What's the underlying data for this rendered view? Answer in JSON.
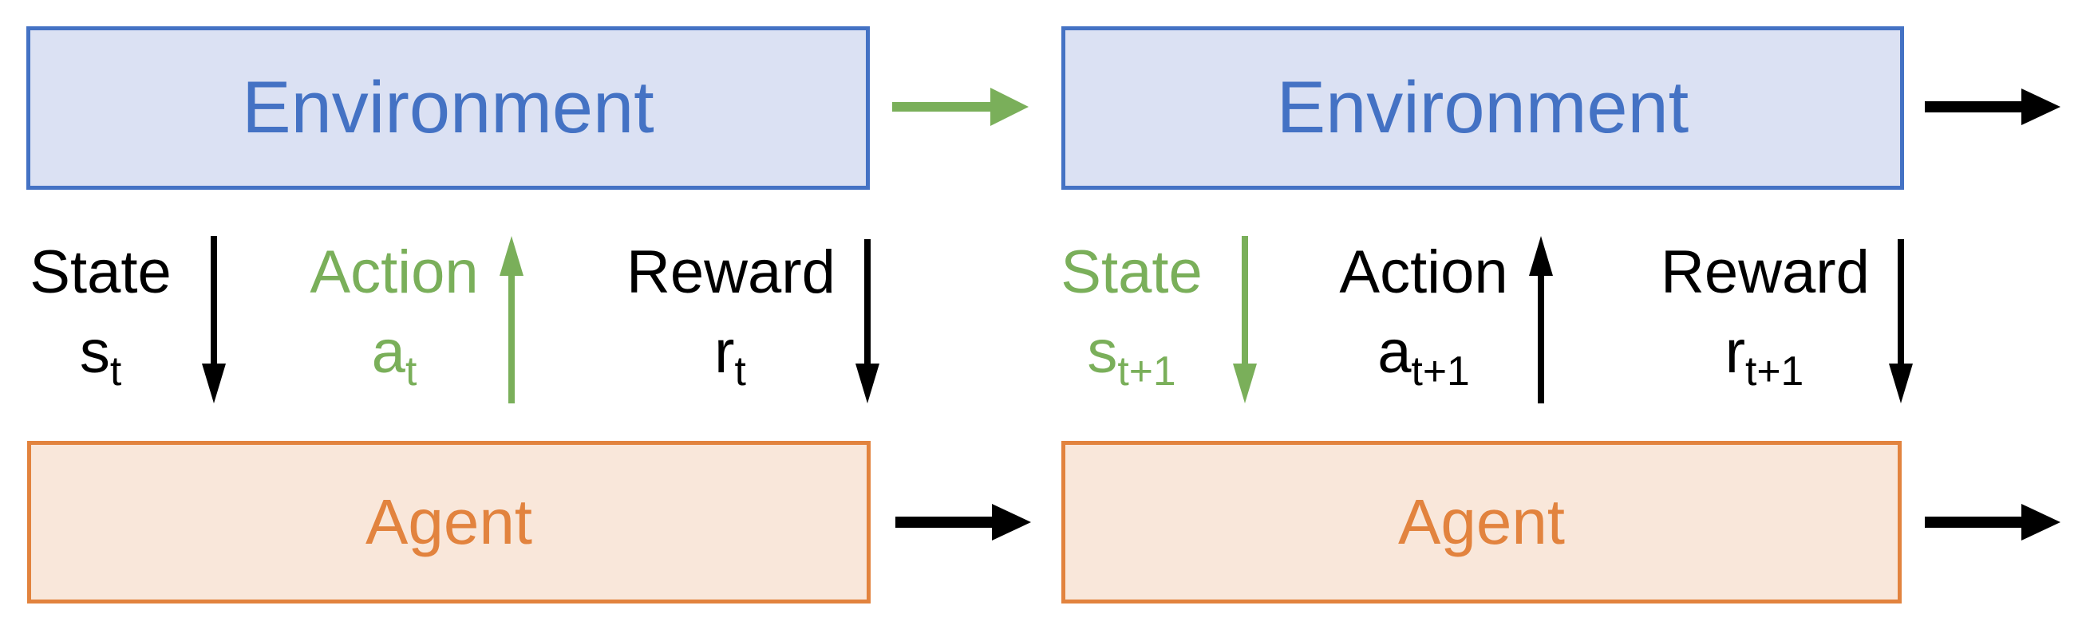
{
  "diagram_title": "reinforcement-learning-loop-unrolled",
  "colors": {
    "environment_border": "#4472C4",
    "environment_fill": "#DBE1F3",
    "environment_text": "#4472C4",
    "agent_border": "#E2833E",
    "agent_fill": "#F9E7DA",
    "agent_text": "#E2833E",
    "green": "#7AAF5A",
    "black": "#000000",
    "background": "#FFFFFF"
  },
  "timestep_t": {
    "environment": {
      "label": "Environment"
    },
    "agent": {
      "label": "Agent"
    },
    "state": {
      "label": "State",
      "symbol_base": "s",
      "symbol_sub": "t",
      "color": "black",
      "arrow": "down"
    },
    "action": {
      "label": "Action",
      "symbol_base": "a",
      "symbol_sub": "t",
      "color": "green",
      "arrow": "up"
    },
    "reward": {
      "label": "Reward",
      "symbol_base": "r",
      "symbol_sub": "t",
      "color": "black",
      "arrow": "down"
    }
  },
  "timestep_t1": {
    "environment": {
      "label": "Environment"
    },
    "agent": {
      "label": "Agent"
    },
    "state": {
      "label": "State",
      "symbol_base": "s",
      "symbol_sub": "t+1",
      "color": "green",
      "arrow": "down"
    },
    "action": {
      "label": "Action",
      "symbol_base": "a",
      "symbol_sub": "t+1",
      "color": "black",
      "arrow": "up"
    },
    "reward": {
      "label": "Reward",
      "symbol_base": "r",
      "symbol_sub": "t+1",
      "color": "black",
      "arrow": "down"
    }
  },
  "transition_arrows": [
    {
      "name": "environment-to-environment",
      "direction": "right",
      "color": "green"
    },
    {
      "name": "agent-to-agent",
      "direction": "right",
      "color": "black"
    },
    {
      "name": "environment-t1-output",
      "direction": "right",
      "color": "black"
    },
    {
      "name": "agent-t1-output",
      "direction": "right",
      "color": "black"
    }
  ]
}
